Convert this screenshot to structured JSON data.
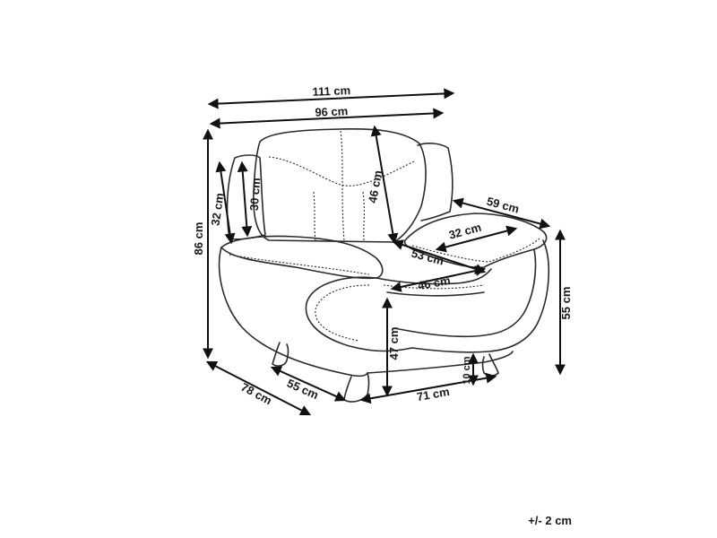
{
  "dimensions": {
    "overall_width": "111 cm",
    "inner_width": "96 cm",
    "total_height": "86 cm",
    "arm_height": "32 cm",
    "arm_height_inner": "30 cm",
    "back_height": "46 cm",
    "arm_length": "59 cm",
    "arm_depth": "32 cm",
    "seat_depth": "53 cm",
    "seat_width": "46 cm",
    "side_height": "55 cm",
    "seat_height": "47 cm",
    "leg_height": "10 cm",
    "base_width": "71 cm",
    "base_depth": "55 cm",
    "overall_depth": "78 cm"
  },
  "tolerance": "+/- 2 cm"
}
